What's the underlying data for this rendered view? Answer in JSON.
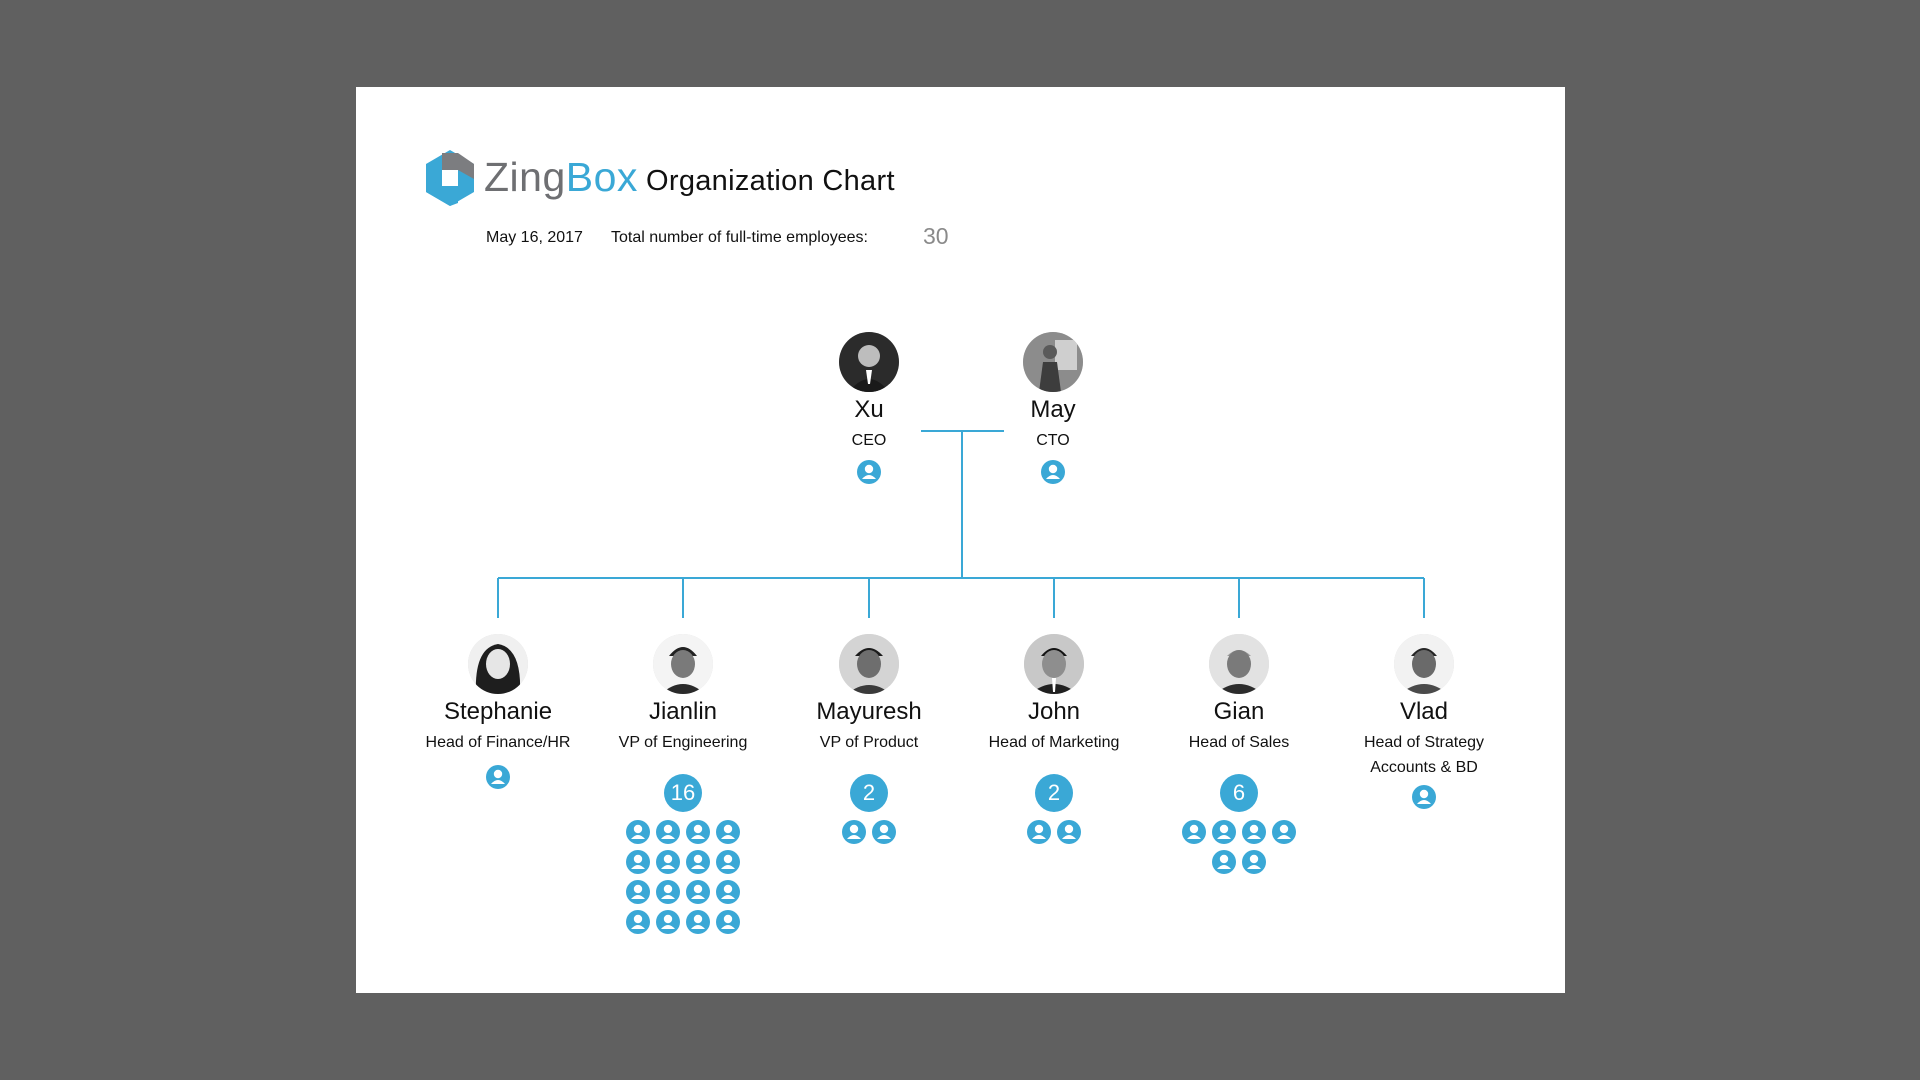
{
  "brand": {
    "zing": "Zing",
    "box": "Box",
    "accent": "#3aa8d6",
    "grey": "#6e6f72"
  },
  "title": "Organization Chart",
  "date": "May 16, 2017",
  "total_label": "Total number of full-time employees:",
  "total_value": "30",
  "executives": [
    {
      "name": "Xu",
      "role": "CEO"
    },
    {
      "name": "May",
      "role": "CTO"
    }
  ],
  "reports": [
    {
      "name": "Stephanie",
      "role": "Head of Finance/HR",
      "count": null,
      "team_icons": 1
    },
    {
      "name": "Jianlin",
      "role": "VP of Engineering",
      "count": "16",
      "team_icons": 16
    },
    {
      "name": "Mayuresh",
      "role": "VP of Product",
      "count": "2",
      "team_icons": 2
    },
    {
      "name": "John",
      "role": "Head of Marketing",
      "count": "2",
      "team_icons": 2
    },
    {
      "name": "Gian",
      "role": "Head of Sales",
      "count": "6",
      "team_icons": 6
    },
    {
      "name": "Vlad",
      "role": "Head of Strategy\nAccounts & BD",
      "count": null,
      "team_icons": 1
    }
  ],
  "icons": {
    "person": "person-icon",
    "logo": "zingbox-logo-icon"
  }
}
